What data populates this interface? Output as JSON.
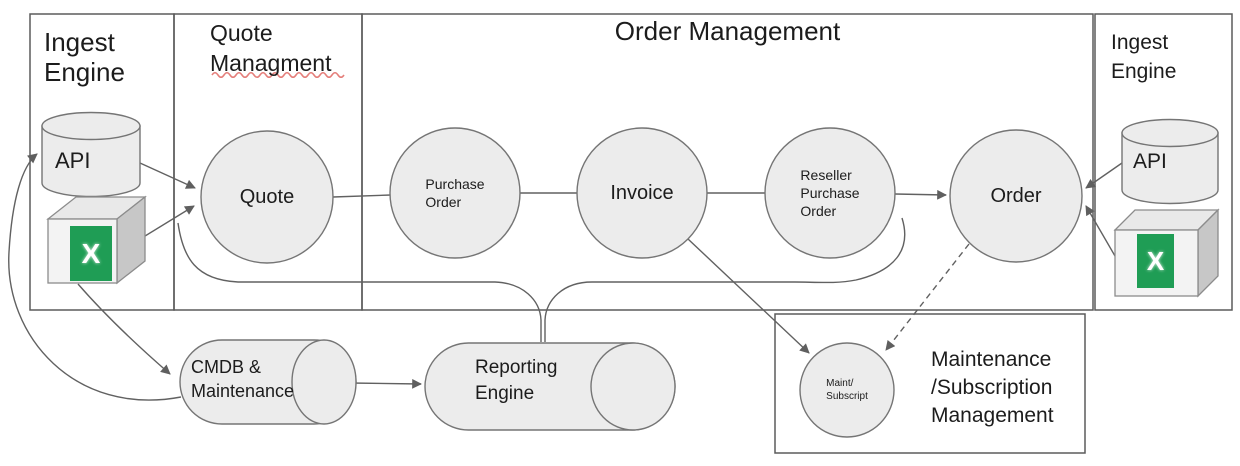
{
  "boxes": {
    "ingest_left": {
      "title": "Ingest\nEngine"
    },
    "quote_mgmt": {
      "title": "Quote\nManagment"
    },
    "order_mgmt": {
      "title": "Order Management"
    },
    "ingest_right": {
      "title": "Ingest\nEngine"
    },
    "maint_mgmt": {
      "title": "Maintenance\n/Subscription\nManagement"
    }
  },
  "nodes": {
    "quote": {
      "label": "Quote"
    },
    "purchase_order": {
      "label": "Purchase\nOrder"
    },
    "invoice": {
      "label": "Invoice"
    },
    "reseller_purchase_order": {
      "label": "Reseller\nPurchase\nOrder"
    },
    "order": {
      "label": "Order"
    },
    "maint_subscript": {
      "label": "Maint/\nSubscript"
    },
    "api_left": {
      "label": "API"
    },
    "api_right": {
      "label": "API"
    },
    "excel_left": {
      "letter": "X"
    },
    "excel_right": {
      "letter": "X"
    },
    "cmdb": {
      "label": "CMDB &\nMaintenance"
    },
    "reporting": {
      "label": "Reporting\nEngine"
    }
  },
  "colors": {
    "shape_fill": "#ececec",
    "shape_stroke": "#757575",
    "box_stroke": "#5b5b5b",
    "connector": "#616161",
    "excel_green": "#1f9d55",
    "excel_letter": "#ffffff",
    "spellcheck_squiggle": "#e5807c",
    "text": "#1c1c1c"
  }
}
